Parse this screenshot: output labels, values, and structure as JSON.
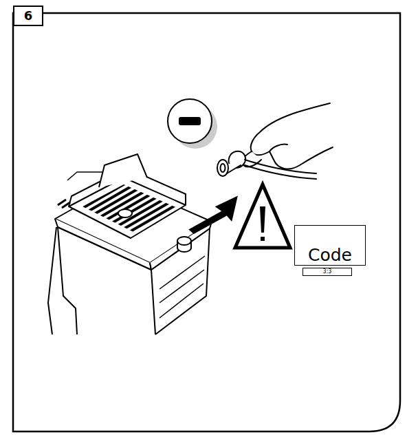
{
  "diagram": {
    "nodes": [
      {
        "text": [
          "6"
        ]
      },
      {
        "text": [
          "Code"
        ]
      },
      {
        "text": [
          "3:3"
        ]
      }
    ]
  }
}
